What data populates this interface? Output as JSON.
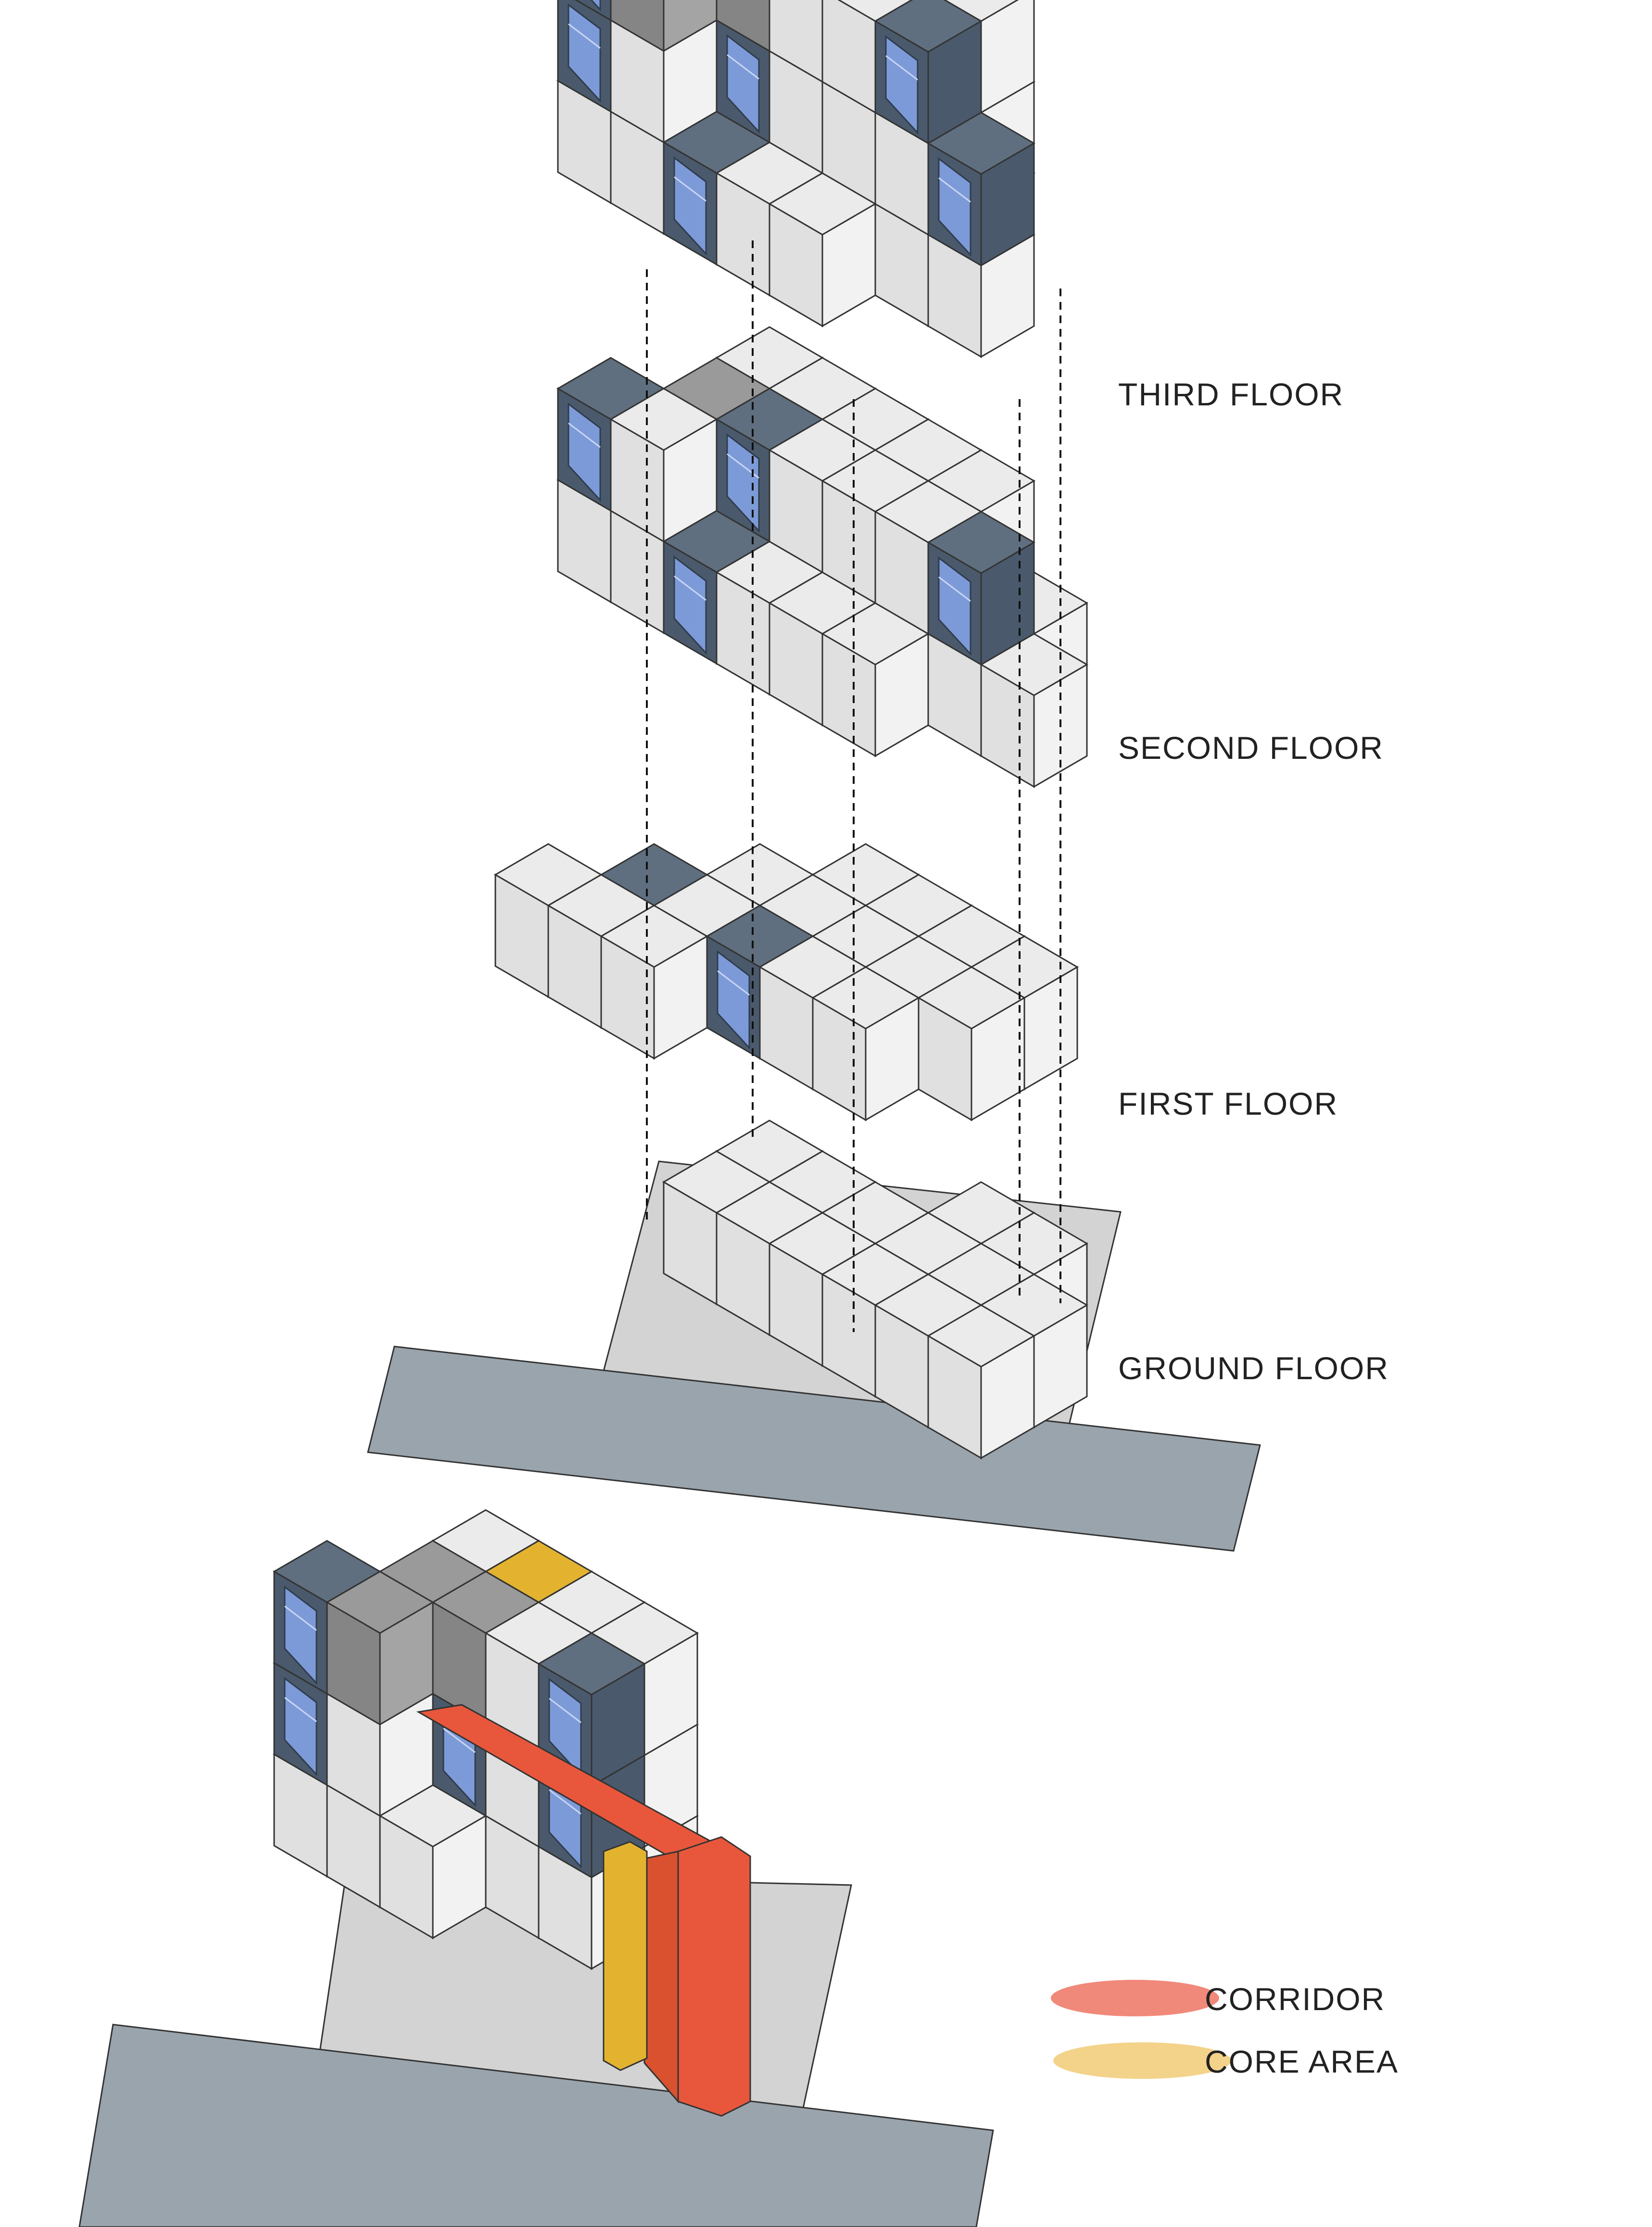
{
  "floors": [
    {
      "label": "THIRD FLOOR"
    },
    {
      "label": "SECOND FLOOR"
    },
    {
      "label": "FIRST FLOOR"
    },
    {
      "label": "GROUND FLOOR"
    }
  ],
  "legend": {
    "corridor": {
      "label": "CORRIDOR",
      "color": "#f0897a"
    },
    "core": {
      "label": "CORE AREA",
      "color": "#f3d38a"
    }
  },
  "colors": {
    "module_top": "#ebebeb",
    "module_left": "#e0e0e0",
    "module_right": "#f2f2f2",
    "grey_top": "#9a9a9a",
    "grey_left": "#858585",
    "grey_right": "#a4a4a4",
    "blue_top": "#5f6f7f",
    "blue_frame": "#4a5a6c",
    "blue_glass": "#7d9ad8",
    "corridor_fill": "#e8573c",
    "core_fill": "#e3b330",
    "site_plate": "#d3d3d3",
    "road": "#9aa4ad"
  }
}
